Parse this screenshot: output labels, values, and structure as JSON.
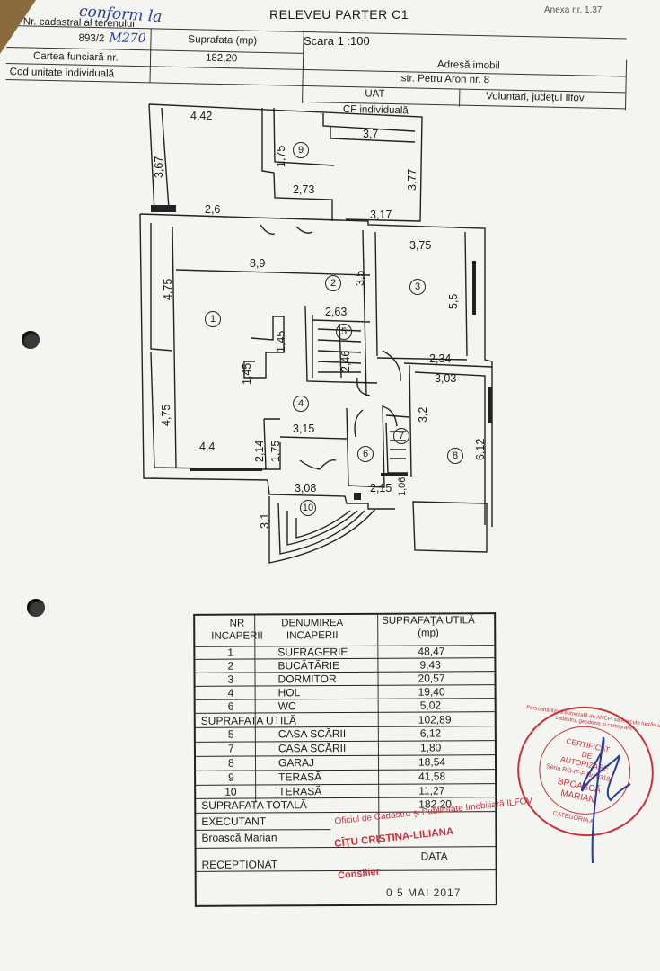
{
  "header": {
    "annex": "Anexa nr. 1.37",
    "title": "RELEVEU PARTER C1",
    "scale": "Scara 1 :100",
    "handwritten_top": "conform la",
    "nr_cadastral_label": "Nr. cadastral al terenului",
    "nr_cadastral_value": "893/2",
    "nr_cadastral_hand": "M270",
    "suprafata_label": "Suprafata (mp)",
    "suprafata_value": "182,20",
    "carte_funciara_label": "Cartea funciară nr.",
    "cod_label": "Cod unitate individuală",
    "adresa_label": "Adresă imobil",
    "adresa_value": "str. Petru Aron nr. 8",
    "uat_label": "UAT",
    "uat_value": "Voluntari, judeţul Ilfov",
    "cf_label": "CF individuală"
  },
  "plan": {
    "dims": [
      "4,42",
      "3,67",
      "1,75",
      "3,7",
      "3,77",
      "2,73",
      "2,6",
      "3,17",
      "8,9",
      "3,5",
      "3,75",
      "4,75",
      "5,5",
      "2,63",
      "1,45",
      "2,46",
      "1,45",
      "2,34",
      "3,03",
      "4,75",
      "3,2",
      "3,15",
      "6,12",
      "4,4",
      "2,14",
      "1,75",
      "3,08",
      "2,15",
      "1,06",
      "3,1"
    ],
    "rooms": [
      "1",
      "2",
      "3",
      "4",
      "5",
      "6",
      "7",
      "8",
      "9",
      "10"
    ]
  },
  "table": {
    "col1_header": "NR\nINCAPERII",
    "col2_header": "DENUMIREA\nINCAPERII",
    "col3_header": "SUPRAFAŢA UTILĂ\n(mp)",
    "rows": [
      {
        "nr": "1",
        "name": "SUFRAGERIE",
        "area": "48,47"
      },
      {
        "nr": "2",
        "name": "BUCĂTĂRIE",
        "area": "9,43"
      },
      {
        "nr": "3",
        "name": "DORMITOR",
        "area": "20,57"
      },
      {
        "nr": "4",
        "name": "HOL",
        "area": "19,40"
      },
      {
        "nr": "6",
        "name": "WC",
        "area": "5,02"
      }
    ],
    "suprafata_utila_label": "SUPRAFATA UTILĂ",
    "suprafata_utila_value": "102,89",
    "rows2": [
      {
        "nr": "5",
        "name": "CASA SCĂRII",
        "area": "6,12"
      },
      {
        "nr": "7",
        "name": "CASA SCĂRII",
        "area": "1,80"
      },
      {
        "nr": "8",
        "name": "GARAJ",
        "area": "18,54"
      },
      {
        "nr": "9",
        "name": "TERASĂ",
        "area": "41,58"
      },
      {
        "nr": "10",
        "name": "TERASĂ",
        "area": "11,27"
      }
    ],
    "suprafata_totala_label": "SUPRAFATA TOTALĂ",
    "suprafata_totala_value": "182,20",
    "executant_label": "EXECUTANT",
    "executant_name": "Broască Marian",
    "receptionat_label": "RECEPTIONAT",
    "data_label": "DATA"
  },
  "stamps": {
    "red_office": "Oficiul de Cadastru şi Publicitate Imobiliară ILFOV",
    "red_name": "CÎŢU CRISTINA-LILIANA",
    "red_role": "Consilier",
    "date_stamp": "0 5 MAI 2017",
    "cert_l1": "CERTIFICAT",
    "cert_l2": "DE",
    "cert_l3": "AUTORIZARE",
    "cert_l4": "Seria RO-IF-F Nr. 0318",
    "cert_l5": "BROASCĂ",
    "cert_l6": "MARIAN",
    "cert_l7": "CATEGORIA A",
    "cert_ring": "Persoană fizică autorizată de ANCPI să execute lucrări de cadastru, geodezie şi cartografie"
  }
}
